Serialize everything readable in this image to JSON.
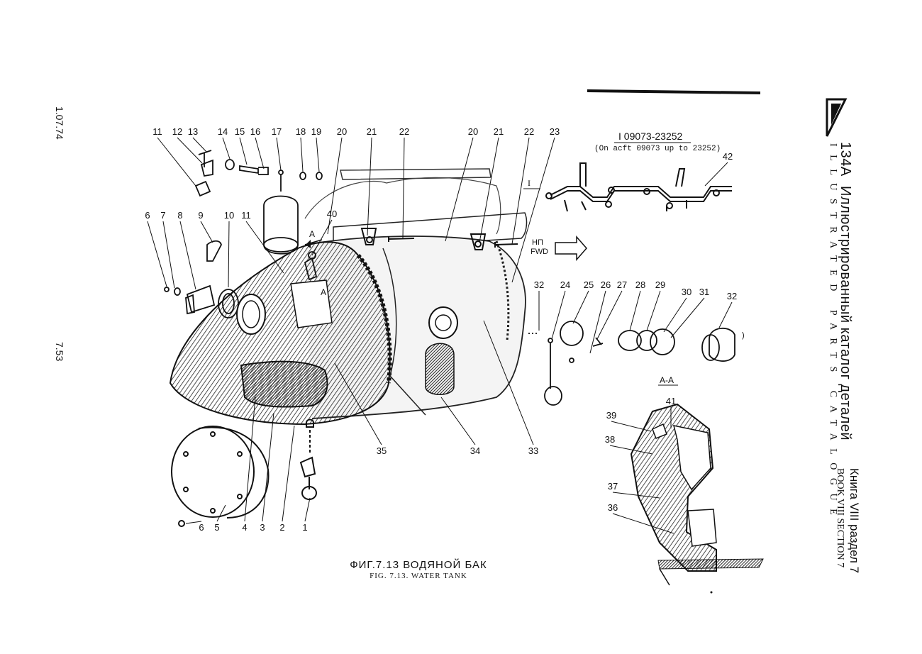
{
  "page": {
    "date": "1.07.74",
    "page_number": "7.53"
  },
  "header": {
    "model": "134A",
    "title_ru": "Иллюстрированный каталог деталей",
    "subtitle_en": "ILLUSTRATED PARTS CATALOGUE",
    "book_ru": "Книга VIII раздел 7",
    "book_en": "BOOK VIII SECTION 7"
  },
  "figure": {
    "caption_ru": "ФИГ.7.13 ВОДЯНОЙ БАК",
    "caption_en": "FIG. 7.13. WATER TANK",
    "inset_label": "I 09073-23252",
    "inset_note": "(On acft 09073 up to 23252)",
    "section_label": "A-A",
    "view_marker": "A",
    "inset_marker": "I",
    "direction_ru": "НП",
    "direction_en": "FWD",
    "callouts": [
      "1",
      "2",
      "3",
      "4",
      "5",
      "6",
      "6",
      "7",
      "8",
      "9",
      "10",
      "11",
      "11",
      "12",
      "13",
      "14",
      "15",
      "16",
      "17",
      "18",
      "19",
      "20",
      "20",
      "21",
      "21",
      "22",
      "22",
      "23",
      "24",
      "25",
      "26",
      "27",
      "28",
      "29",
      "30",
      "31",
      "32",
      "32",
      "33",
      "34",
      "35",
      "36",
      "37",
      "38",
      "39",
      "40",
      "41",
      "42"
    ]
  }
}
